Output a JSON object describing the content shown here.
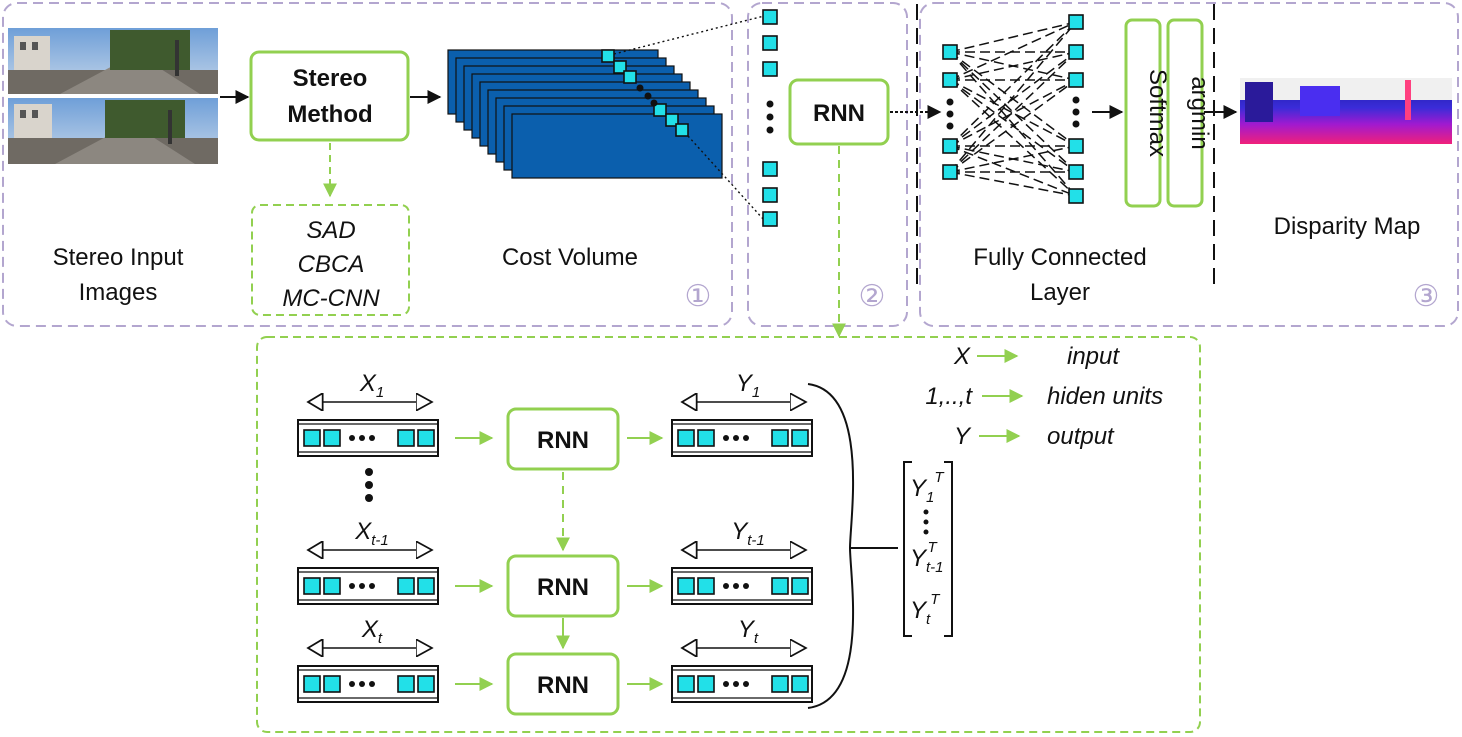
{
  "panels": {
    "stereo_input_line1": "Stereo Input",
    "stereo_input_line2": "Images",
    "stereo_method_line1": "Stereo",
    "stereo_method_line2": "Method",
    "methods": [
      "SAD",
      "CBCA",
      "MC-CNN"
    ],
    "cost_volume": "Cost Volume",
    "rnn": "RNN",
    "fc_line1": "Fully Connected",
    "fc_line2": "Layer",
    "softmax": "Softmax",
    "argmin": "argmin",
    "disparity_map": "Disparity Map",
    "markers": [
      "1",
      "2",
      "3"
    ]
  },
  "detail": {
    "inputs": [
      {
        "main": "X",
        "sub": "1"
      },
      {
        "main": "X",
        "sub": "t-1"
      },
      {
        "main": "X",
        "sub": "t"
      }
    ],
    "outputs": [
      {
        "main": "Y",
        "sub": "1"
      },
      {
        "main": "Y",
        "sub": "t-1"
      },
      {
        "main": "Y",
        "sub": "t"
      }
    ],
    "rnn_label": "RNN",
    "matrix": [
      {
        "main": "Y",
        "sub": "1",
        "sup": "T"
      },
      {
        "main": "Y",
        "sub": "t-1",
        "sup": "T"
      },
      {
        "main": "Y",
        "sub": "t",
        "sup": "T"
      }
    ]
  },
  "legend": [
    {
      "symbol": "X",
      "meaning": "input"
    },
    {
      "symbol": "1,..,t",
      "meaning": "hiden units"
    },
    {
      "symbol": "Y",
      "meaning": "output"
    }
  ],
  "colors": {
    "green": "#92d050",
    "purple_dash": "#b3a6cf",
    "cyan": "#22e0e8",
    "volume_blue": "#0b5fad"
  }
}
